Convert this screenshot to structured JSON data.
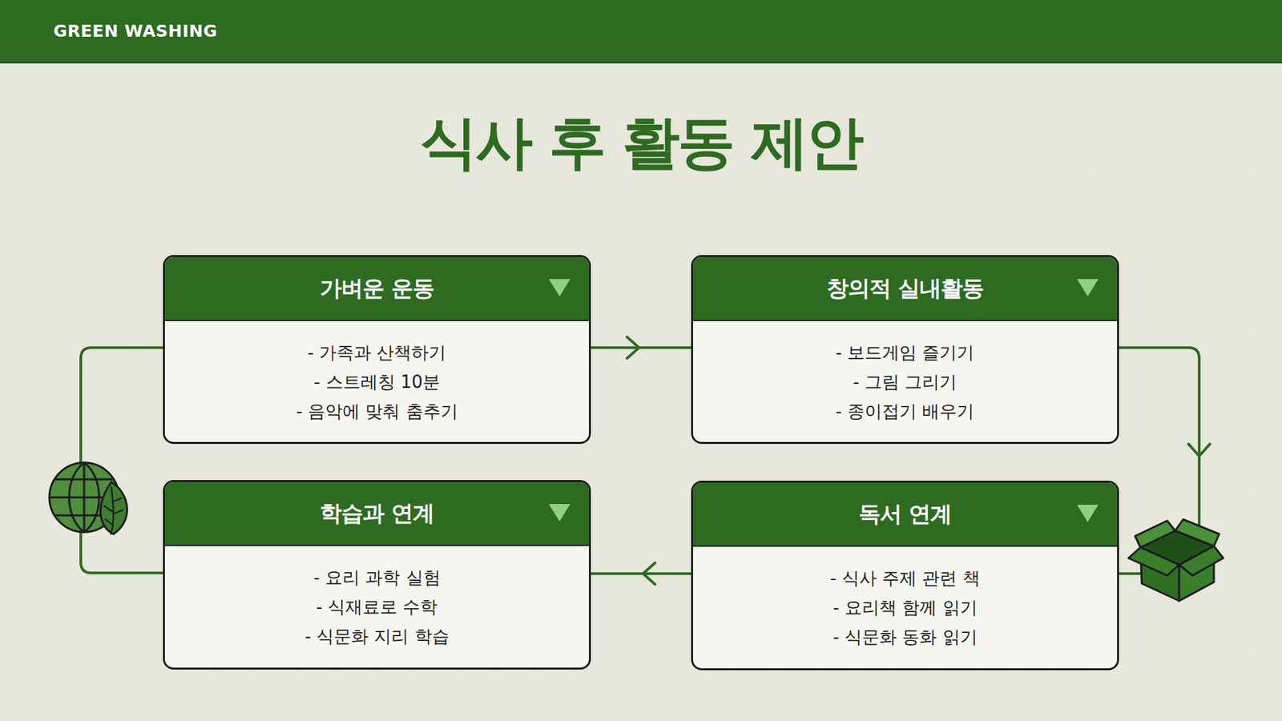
{
  "diagram": {
    "title": "식사 후 활동 제안",
    "nodes": [
      {
        "text": [
          "GREEN WASHING"
        ]
      },
      {
        "text": [
          "가벼운 운동",
          "- 가족과 산책하기",
          "- 스트레칭 10분",
          "- 음악에 맞춰 춤추기"
        ]
      },
      {
        "text": [
          "창의적 실내활동",
          "- 보드게임 즐기기",
          "- 그림 그리기",
          "- 종이접기 배우기"
        ]
      },
      {
        "text": [
          "학습과 연계",
          "- 요리 과학 실험",
          "- 식재료로 수학",
          "- 식문화 지리 학습"
        ]
      },
      {
        "text": [
          "독서 연계",
          "- 식사 주제 관련 책",
          "- 요리책 함께 읽기",
          "- 식문화 동화 읽기"
        ]
      }
    ],
    "edges": [
      {
        "from": 1,
        "to": 2,
        "arrow": "to"
      },
      {
        "from": 2,
        "to": 4,
        "arrow": "to"
      },
      {
        "from": 4,
        "to": 3,
        "arrow": "to"
      },
      {
        "from": 3,
        "to": 1,
        "arrow": "none"
      }
    ]
  }
}
